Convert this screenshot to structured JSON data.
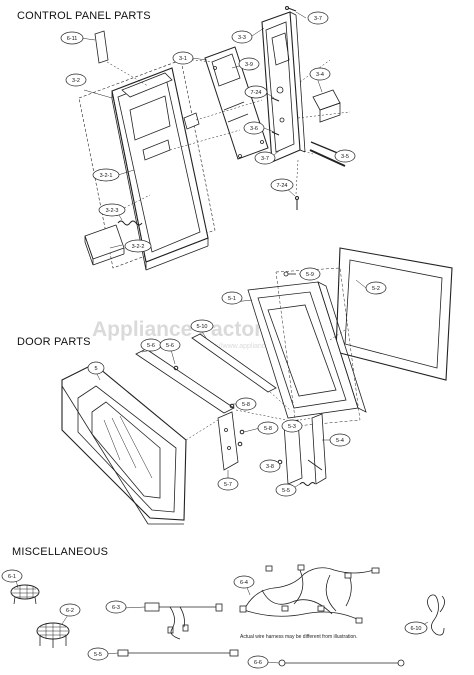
{
  "sections": {
    "control_panel": "CONTROL PANEL PARTS",
    "door": "DOOR PARTS",
    "misc": "MISCELLANEOUS"
  },
  "watermark": {
    "main": "Appliance Factory Parts",
    "url": "http://www.appliancefactoryparts.com"
  },
  "note": "Actual wire harness may be different from illustration.",
  "callouts": {
    "c6_11": "6-11",
    "c3_2": "3-2",
    "c3_1": "3-1",
    "c3_3": "3-3",
    "c3_7a": "3-7",
    "c3_9": "3-9",
    "c3_4": "3-4",
    "c7_24a": "7-24",
    "c3_6": "3-6",
    "c3_7b": "3-7",
    "c3_5": "3-5",
    "c7_24b": "7-24",
    "c3_2_1": "3-2-1",
    "c3_2_3": "3-2-3",
    "c3_2_2": "3-2-2",
    "c5_9": "5-9",
    "c5_2": "5-2",
    "c5_1": "5-1",
    "c5_10": "5-10",
    "c5_6a": "5-6",
    "c5_6b": "5-6",
    "c5": "5",
    "c5_8a": "5-8",
    "c5_8b": "5-8",
    "c5_3": "5-3",
    "c5_4": "5-4",
    "c3_8": "3-8",
    "c5_7": "5-7",
    "c5_5": "5-5",
    "c6_1": "6-1",
    "c6_2": "6-2",
    "c6_3": "6-3",
    "c6_4": "6-4",
    "c6_10": "6-10",
    "c5_5m": "5-5",
    "c6_6": "6-6"
  }
}
